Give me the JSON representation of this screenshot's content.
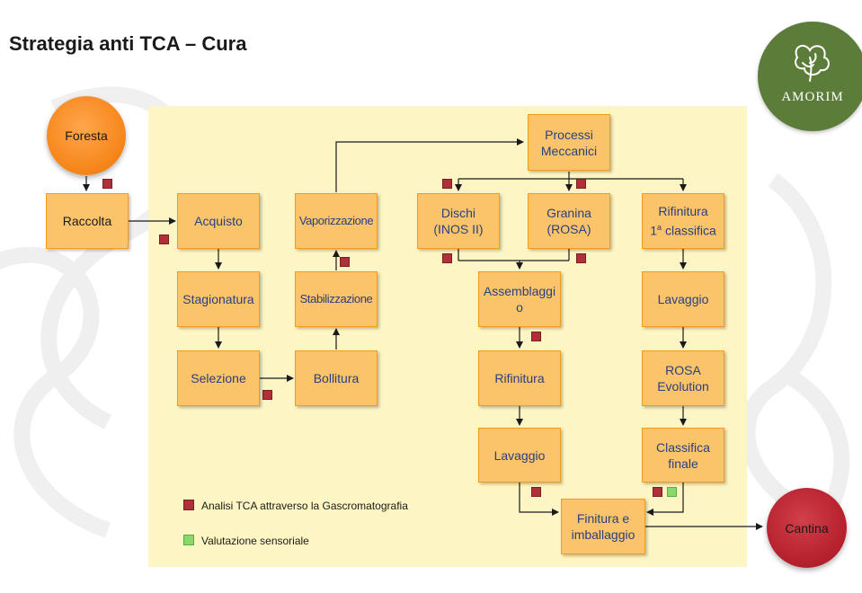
{
  "title": "Strategia anti TCA – Cura",
  "logo": {
    "text": "AMORIM",
    "icon": "tree-logo-icon"
  },
  "nodes": {
    "foresta": "Foresta",
    "raccolta": "Raccolta",
    "acquisto": "Acquisto",
    "vaporizzazione": "Vaporizzazione",
    "processi_meccanici": [
      "Processi",
      "Meccanici"
    ],
    "dischi": [
      "Dischi",
      "(INOS II)"
    ],
    "granina": [
      "Granina",
      "(ROSA)"
    ],
    "rifinitura_1a": {
      "line1": "Rifinitura",
      "line2_prefix": "1",
      "line2_sup": "a",
      "line2_suffix": " classifica"
    },
    "stagionatura": "Stagionatura",
    "stabilizzazione": "Stabilizzazione",
    "assemblaggio": [
      "Assemblaggi",
      "o"
    ],
    "lavaggio_top": "Lavaggio",
    "selezione": "Selezione",
    "bollitura": "Bollitura",
    "rifinitura": "Rifinitura",
    "rosa_evolution": [
      "ROSA",
      "Evolution"
    ],
    "lavaggio_bottom": "Lavaggio",
    "classifica_finale": [
      "Classifica",
      "finale"
    ],
    "finitura": [
      "Finitura e",
      "imballaggio"
    ],
    "cantina": "Cantina"
  },
  "legend": {
    "tca": "Analisi TCA attraverso la Gascromatografia",
    "sensoriale": "Valutazione sensoriale"
  },
  "colors": {
    "box_fill": "#fbc46a",
    "box_border": "#f59a1a",
    "panel": "#fdf6c4",
    "tca_marker": "#b0303a",
    "sensory_marker": "#88d96a",
    "foresta": "#f7891f",
    "cantina": "#b8232f",
    "logo": "#5c7d3a"
  }
}
